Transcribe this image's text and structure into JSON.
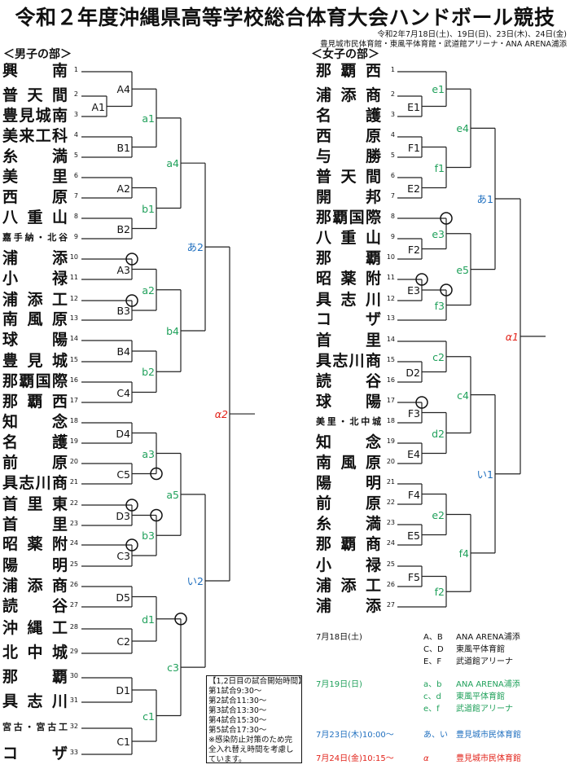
{
  "header": {
    "title": "令和２年度沖縄県高等学校総合体育大会ハンドボール競技",
    "date": "令和2年7月18日(土)、19日(日)、23日(木)、24日(金)",
    "venue": "豊見城市民体育館・東風平体育館・武道館アリーナ・ANA ARENA浦添"
  },
  "colors": {
    "first_round": "#111111",
    "second_round": "#1fa05a",
    "semi_final": "#1f6fbf",
    "final": "#e2231a"
  },
  "boys": {
    "heading": "＜男子の部＞",
    "teams": [
      {
        "no": "1",
        "name": "興南"
      },
      {
        "no": "2",
        "name": "普天間"
      },
      {
        "no": "3",
        "name": "豊見城南"
      },
      {
        "no": "4",
        "name": "美来工科"
      },
      {
        "no": "5",
        "name": "糸満"
      },
      {
        "no": "6",
        "name": "美里"
      },
      {
        "no": "7",
        "name": "西原"
      },
      {
        "no": "8",
        "name": "八重山"
      },
      {
        "no": "9",
        "name": "嘉手納・北谷"
      },
      {
        "no": "10",
        "name": "浦添"
      },
      {
        "no": "11",
        "name": "小禄"
      },
      {
        "no": "12",
        "name": "浦添工"
      },
      {
        "no": "13",
        "name": "南風原"
      },
      {
        "no": "14",
        "name": "球陽"
      },
      {
        "no": "15",
        "name": "豊見城"
      },
      {
        "no": "16",
        "name": "那覇国際"
      },
      {
        "no": "17",
        "name": "那覇西"
      },
      {
        "no": "18",
        "name": "知念"
      },
      {
        "no": "19",
        "name": "名護"
      },
      {
        "no": "20",
        "name": "前原"
      },
      {
        "no": "21",
        "name": "具志川商"
      },
      {
        "no": "22",
        "name": "首里東"
      },
      {
        "no": "23",
        "name": "首里"
      },
      {
        "no": "24",
        "name": "昭薬附"
      },
      {
        "no": "25",
        "name": "陽明"
      },
      {
        "no": "26",
        "name": "浦添商"
      },
      {
        "no": "27",
        "name": "読谷"
      },
      {
        "no": "28",
        "name": "沖縄工"
      },
      {
        "no": "29",
        "name": "北中城"
      },
      {
        "no": "30",
        "name": "那覇"
      },
      {
        "no": "31",
        "name": "具志川"
      },
      {
        "no": "32",
        "name": "宮古・宮古工"
      },
      {
        "no": "33",
        "name": "コザ"
      }
    ],
    "matches": [
      {
        "label": "A1",
        "round": "first",
        "children": [
          2,
          3
        ]
      },
      {
        "label": "A4",
        "round": "first",
        "children": [
          1,
          "A1"
        ]
      },
      {
        "label": "B1",
        "round": "first",
        "children": [
          4,
          5
        ]
      },
      {
        "label": "A2",
        "round": "first",
        "children": [
          6,
          7
        ]
      },
      {
        "label": "B2",
        "round": "first",
        "children": [
          8,
          9
        ]
      },
      {
        "label": "A3",
        "round": "first",
        "children": [
          10,
          11
        ]
      },
      {
        "label": "B3",
        "round": "first",
        "children": [
          12,
          13
        ]
      },
      {
        "label": "B4",
        "round": "first",
        "children": [
          14,
          15
        ]
      },
      {
        "label": "C4",
        "round": "first",
        "children": [
          16,
          17
        ]
      },
      {
        "label": "D4",
        "round": "first",
        "children": [
          18,
          19
        ]
      },
      {
        "label": "C5",
        "round": "first",
        "children": [
          20,
          21
        ]
      },
      {
        "label": "D3",
        "round": "first",
        "children": [
          22,
          23
        ]
      },
      {
        "label": "C3",
        "round": "first",
        "children": [
          24,
          25
        ]
      },
      {
        "label": "D5",
        "round": "first",
        "children": [
          26,
          27
        ]
      },
      {
        "label": "C2",
        "round": "first",
        "children": [
          28,
          29
        ]
      },
      {
        "label": "D1",
        "round": "first",
        "children": [
          30,
          31
        ]
      },
      {
        "label": "C1",
        "round": "first",
        "children": [
          32,
          33
        ]
      },
      {
        "label": "a1",
        "round": "second",
        "children": [
          "A4",
          "B1"
        ]
      },
      {
        "label": "b1",
        "round": "second",
        "children": [
          "A2",
          "B2"
        ]
      },
      {
        "label": "a2",
        "round": "second",
        "children": [
          "A3",
          "B3"
        ]
      },
      {
        "label": "b2",
        "round": "second",
        "children": [
          "B4",
          "C4"
        ]
      },
      {
        "label": "a3",
        "round": "second",
        "children": [
          "D4",
          "C5"
        ]
      },
      {
        "label": "b3",
        "round": "second",
        "children": [
          "D3",
          "C3"
        ]
      },
      {
        "label": "d1",
        "round": "second",
        "children": [
          "D5",
          "C2"
        ]
      },
      {
        "label": "c1",
        "round": "second",
        "children": [
          "D1",
          "C1"
        ]
      },
      {
        "label": "a4",
        "round": "second",
        "children": [
          "a1",
          "b1"
        ]
      },
      {
        "label": "b4",
        "round": "second",
        "children": [
          "a2",
          "b2"
        ]
      },
      {
        "label": "a5",
        "round": "second",
        "children": [
          "a3",
          "b3"
        ]
      },
      {
        "label": "c3",
        "round": "second",
        "children": [
          "d1",
          "c1"
        ]
      },
      {
        "label": "あ2",
        "round": "semi",
        "children": [
          "a4",
          "b4"
        ]
      },
      {
        "label": "い2",
        "round": "semi",
        "children": [
          "a5",
          "c3"
        ]
      },
      {
        "label": "α2",
        "round": "final",
        "children": [
          "あ2",
          "い2"
        ]
      }
    ],
    "winner_marks": [
      {
        "match": "A3",
        "from": 10
      },
      {
        "match": "B3",
        "from": 12
      },
      {
        "match": "a3",
        "from": "C5"
      },
      {
        "match": "D3",
        "from": 22
      },
      {
        "match": "b3",
        "from": "D3"
      },
      {
        "match": "C3",
        "from": 24
      },
      {
        "match": "c3",
        "from": "d1"
      }
    ]
  },
  "girls": {
    "heading": "＜女子の部＞",
    "teams": [
      {
        "no": "1",
        "name": "那覇西"
      },
      {
        "no": "2",
        "name": "浦添商"
      },
      {
        "no": "3",
        "name": "名護"
      },
      {
        "no": "4",
        "name": "西原"
      },
      {
        "no": "5",
        "name": "与勝"
      },
      {
        "no": "6",
        "name": "普天間"
      },
      {
        "no": "7",
        "name": "開邦"
      },
      {
        "no": "8",
        "name": "那覇国際"
      },
      {
        "no": "9",
        "name": "八重山"
      },
      {
        "no": "10",
        "name": "那覇"
      },
      {
        "no": "11",
        "name": "昭薬附"
      },
      {
        "no": "12",
        "name": "具志川"
      },
      {
        "no": "13",
        "name": "コザ"
      },
      {
        "no": "14",
        "name": "首里"
      },
      {
        "no": "15",
        "name": "具志川商"
      },
      {
        "no": "16",
        "name": "読谷"
      },
      {
        "no": "17",
        "name": "球陽"
      },
      {
        "no": "18",
        "name": "美里・北中城"
      },
      {
        "no": "19",
        "name": "知念"
      },
      {
        "no": "20",
        "name": "南風原"
      },
      {
        "no": "21",
        "name": "陽明"
      },
      {
        "no": "22",
        "name": "前原"
      },
      {
        "no": "23",
        "name": "糸満"
      },
      {
        "no": "24",
        "name": "那覇商"
      },
      {
        "no": "25",
        "name": "小禄"
      },
      {
        "no": "26",
        "name": "浦添工"
      },
      {
        "no": "27",
        "name": "浦添"
      }
    ],
    "matches": [
      {
        "label": "E1",
        "round": "first",
        "children": [
          2,
          3
        ]
      },
      {
        "label": "F1",
        "round": "first",
        "children": [
          4,
          5
        ]
      },
      {
        "label": "E2",
        "round": "first",
        "children": [
          6,
          7
        ]
      },
      {
        "label": "F2",
        "round": "first",
        "children": [
          9,
          10
        ]
      },
      {
        "label": "E3",
        "round": "first",
        "children": [
          11,
          12
        ]
      },
      {
        "label": "D2",
        "round": "first",
        "children": [
          15,
          16
        ]
      },
      {
        "label": "F3",
        "round": "first",
        "children": [
          17,
          18
        ]
      },
      {
        "label": "E4",
        "round": "first",
        "children": [
          19,
          20
        ]
      },
      {
        "label": "F4",
        "round": "first",
        "children": [
          21,
          22
        ]
      },
      {
        "label": "E5",
        "round": "first",
        "children": [
          23,
          24
        ]
      },
      {
        "label": "F5",
        "round": "first",
        "children": [
          25,
          26
        ]
      },
      {
        "label": "e1",
        "round": "second",
        "children": [
          1,
          "E1"
        ]
      },
      {
        "label": "f1",
        "round": "second",
        "children": [
          "F1",
          "E2"
        ]
      },
      {
        "label": "e3",
        "round": "second",
        "children": [
          8,
          "F2"
        ]
      },
      {
        "label": "f3",
        "round": "second",
        "children": [
          "E3",
          13
        ]
      },
      {
        "label": "c2",
        "round": "second",
        "children": [
          14,
          "D2"
        ]
      },
      {
        "label": "d2",
        "round": "second",
        "children": [
          "F3",
          "E4"
        ]
      },
      {
        "label": "e2",
        "round": "second",
        "children": [
          "F4",
          "E5"
        ]
      },
      {
        "label": "f2",
        "round": "second",
        "children": [
          "F5",
          27
        ]
      },
      {
        "label": "e4",
        "round": "second",
        "children": [
          "e1",
          "f1"
        ]
      },
      {
        "label": "e5",
        "round": "second",
        "children": [
          "e3",
          "f3"
        ]
      },
      {
        "label": "c4",
        "round": "second",
        "children": [
          "c2",
          "d2"
        ]
      },
      {
        "label": "f4",
        "round": "second",
        "children": [
          "e2",
          "f2"
        ]
      },
      {
        "label": "あ1",
        "round": "semi",
        "children": [
          "e4",
          "e5"
        ]
      },
      {
        "label": "い1",
        "round": "semi",
        "children": [
          "c4",
          "f4"
        ]
      },
      {
        "label": "α1",
        "round": "final",
        "children": [
          "あ1",
          "い1"
        ]
      }
    ],
    "winner_marks": [
      {
        "match": "e3",
        "from": 8
      },
      {
        "match": "E3",
        "from": 11
      },
      {
        "match": "f3",
        "from": "E3"
      },
      {
        "match": "F3",
        "from": 17
      }
    ]
  },
  "notice": {
    "heading": "【1,2日目の試合開始時間】",
    "lines": [
      "第1試合9:30～",
      "第2試合11:30～",
      "第3試合13:30～",
      "第4試合15:30～",
      "第5試合17:30～"
    ],
    "note": "※感染防止対策のため完全入れ替え時間を考慮しています。"
  },
  "schedule": [
    {
      "date": "7月18日(土)",
      "round": "first",
      "venues": [
        {
          "matches": "A、B",
          "place": "ANA ARENA浦添"
        },
        {
          "matches": "C、D",
          "place": "東風平体育館"
        },
        {
          "matches": "E、F",
          "place": "武道館アリーナ"
        }
      ]
    },
    {
      "date": "7月19日(日)",
      "round": "second",
      "venues": [
        {
          "matches": "a、b",
          "place": "ANA ARENA浦添"
        },
        {
          "matches": "c、d",
          "place": "東風平体育館"
        },
        {
          "matches": "e、f",
          "place": "武道館アリーナ"
        }
      ]
    },
    {
      "date": "7月23日(木)10:00～",
      "round": "semi",
      "venues": [
        {
          "matches": "あ、い",
          "place": "豊見城市民体育館"
        }
      ]
    },
    {
      "date": "7月24日(金)10:15～",
      "round": "final",
      "venues": [
        {
          "matches": "α",
          "place": "豊見城市民体育館"
        }
      ]
    }
  ]
}
